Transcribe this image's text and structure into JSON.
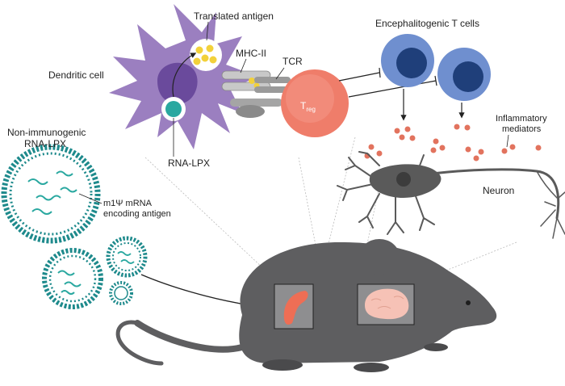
{
  "labels": {
    "dendritic_cell": "Dendritic cell",
    "translated_antigen": "Translated antigen",
    "mhc_ii": "MHC-II",
    "tcr": "TCR",
    "rna_lpx": "RNA-LPX",
    "treg_main": "T",
    "treg_sub": "reg",
    "encephalitogenic": "Encephalitogenic T cells",
    "inflammatory_line1": "Inflammatory",
    "inflammatory_line2": "mediators",
    "neuron": "Neuron",
    "nonimmuno_line1": "Non-immunogenic",
    "nonimmuno_line2": "RNA-LPX",
    "mrna_line1": "m1Ψ mRNA",
    "mrna_line2": "encoding antigen"
  },
  "colors": {
    "dendritic": "#9b7fc0",
    "dendritic_nucleus": "#6a4a9c",
    "rna_lpx": "#2aa8a0",
    "treg": "#ef7d6a",
    "tcell": "#6f8fcf",
    "tcell_nucleus": "#1f3f7a",
    "mediator": "#e2735e",
    "neuron": "#5a5a5a",
    "mouse": "#5e5e60",
    "liposome": "#1e8a8c",
    "spleen": "#ee6e55",
    "brain": "#f6c2b6"
  }
}
